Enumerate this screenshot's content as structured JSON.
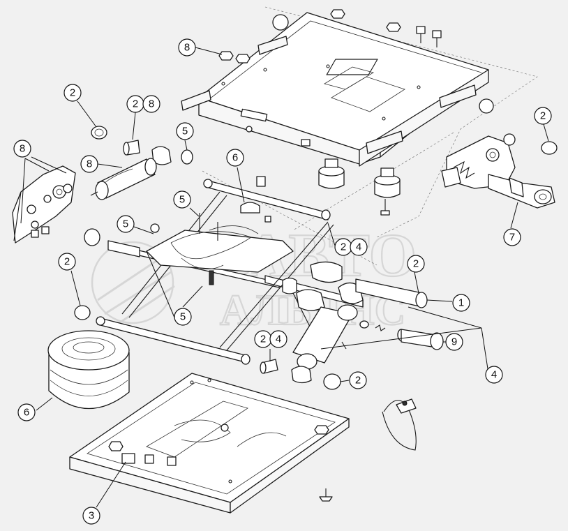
{
  "watermark": {
    "line1": "АВТО",
    "line2": "АЛЬЯНС"
  },
  "callouts": {
    "c8_top": "8",
    "c2_a": "2",
    "c2_b": "2",
    "c8_b": "8",
    "c8_left": "8",
    "c8_c": "8",
    "c5_a": "5",
    "c6_a": "6",
    "c5_b": "5",
    "c5_c": "5",
    "c2_left": "2",
    "c5_d": "5",
    "c2_c": "2",
    "c4_a": "4",
    "c2_right": "2",
    "c7": "7",
    "c2_d": "2",
    "c1": "1",
    "c2_e": "2",
    "c4_b": "4",
    "c9": "9",
    "c4_c": "4",
    "c2_f": "2",
    "c6_b": "6",
    "c3": "3"
  }
}
